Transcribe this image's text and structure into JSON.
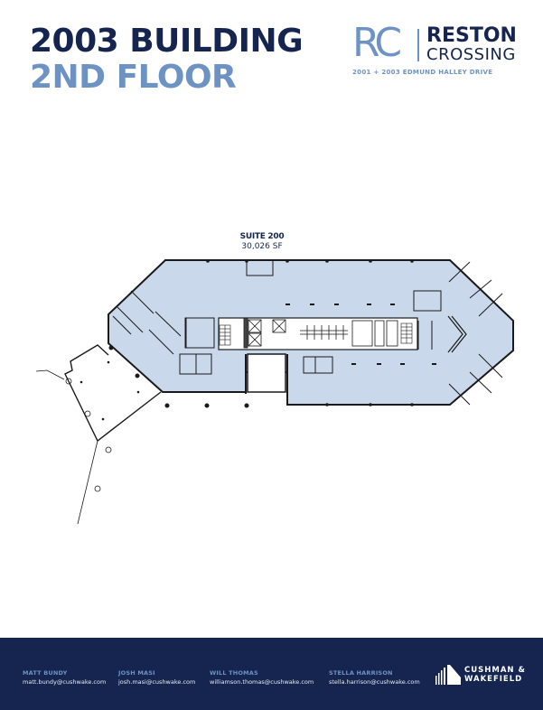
{
  "header": {
    "title_line1": "2003 BUILDING",
    "title_line2": "2ND FLOOR"
  },
  "logo": {
    "monogram": "RC",
    "name_line1": "RESTON",
    "name_line2": "CROSSING",
    "address": "2001 + 2003 EDMUND HALLEY DRIVE"
  },
  "floorplan": {
    "suite_name": "SUITE 200",
    "suite_area": "30,026 SF",
    "fill_color": "#c9d8ea",
    "wall_color": "#1a1a1a"
  },
  "footer": {
    "background": "#15254f",
    "contacts": [
      {
        "name": "MATT BUNDY",
        "email": "matt.bundy@cushwake.com"
      },
      {
        "name": "JOSH MASI",
        "email": "josh.masi@cushwake.com"
      },
      {
        "name": "WILL THOMAS",
        "email": "williamson.thomas@cushwake.com"
      },
      {
        "name": "STELLA HARRISON",
        "email": "stella.harrison@cushwake.com"
      }
    ],
    "brand_line1": "CUSHMAN &",
    "brand_line2": "WAKEFIELD"
  },
  "colors": {
    "navy": "#15254f",
    "accent_blue": "#6d93c4",
    "suite_fill": "#c9d8ea"
  }
}
